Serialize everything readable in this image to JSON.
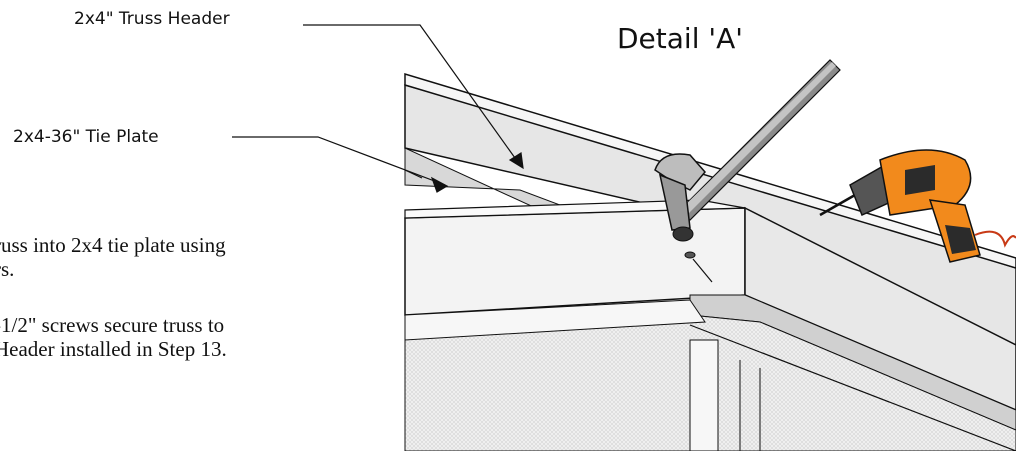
{
  "callouts": {
    "truss_header": "2x4\" Truss Header",
    "tie_plate": "2x4-36\" Tie Plate",
    "detail": "Detail 'A'"
  },
  "instructions": [
    {
      "line1": "russ into 2x4 tie plate using",
      "line2": "rs."
    },
    {
      "line1": "-1/2\" screws secure truss to",
      "line2": "Header installed in Step 13."
    }
  ],
  "icons": [
    "hammer-icon",
    "drill-icon",
    "screw-icon"
  ],
  "colors": {
    "drill_body": "#f28a1c",
    "drill_dark": "#2b2b2b",
    "wood_face": "#e6e6e6",
    "wood_light": "#f6f6f6",
    "wall_fill": "#ececec",
    "outline": "#111111"
  }
}
